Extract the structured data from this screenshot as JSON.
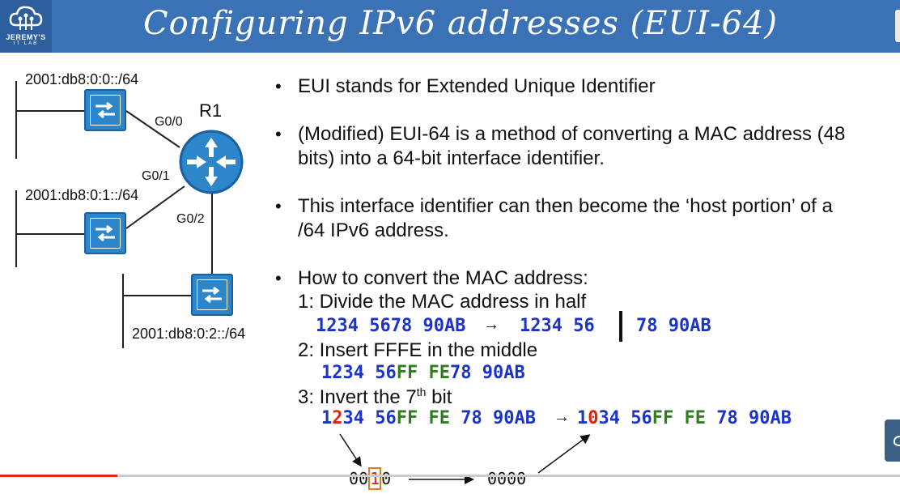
{
  "header": {
    "title": "Configuring IPv6 addresses (EUI-64)",
    "logo_line1": "JEREMY'S",
    "logo_line2": "IT LAB"
  },
  "diagram": {
    "router_name": "R1",
    "networks": [
      "2001:db8:0:0::/64",
      "2001:db8:0:1::/64",
      "2001:db8:0:2::/64"
    ],
    "interfaces": [
      "G0/0",
      "G0/1",
      "G0/2"
    ]
  },
  "bullets": [
    {
      "line1": "EUI stands for Extended Unique Identifier",
      "line2": ""
    },
    {
      "line1": "(Modified) EUI-64 is a method of converting a MAC address (48",
      "line2": "bits) into a 64-bit interface identifier."
    },
    {
      "line1": "This interface identifier can then become the ‘host portion’ of a",
      "line2": "/64 IPv6 address."
    },
    {
      "line1": "How to convert the MAC address:",
      "line2": ""
    }
  ],
  "steps": {
    "step1": "1: Divide the MAC address in half",
    "step1_mac": "1234 5678 90AB",
    "step1_left": "1234 56",
    "step1_right": "78 90AB",
    "step2": "2: Insert FFFE in the middle",
    "step2_a": "1234 56",
    "step2_b": "FF",
    "step2_c": "FE",
    "step2_d": "78 90AB",
    "step3_prefix": "3: Invert the 7",
    "step3_sup": "th",
    "step3_suffix": " bit",
    "before": {
      "a": "1",
      "b": "2",
      "c": "34 56",
      "d": "FF FE",
      "e": "78 90AB"
    },
    "after": {
      "a": "1",
      "b": "0",
      "c": "34 56",
      "d": "FF FE",
      "e": "78 90AB"
    },
    "bin_before_a": "00",
    "bin_before_b": "1",
    "bin_before_c": "0",
    "bin_after": "0000"
  },
  "video": {
    "progress_fraction": 0.13
  }
}
